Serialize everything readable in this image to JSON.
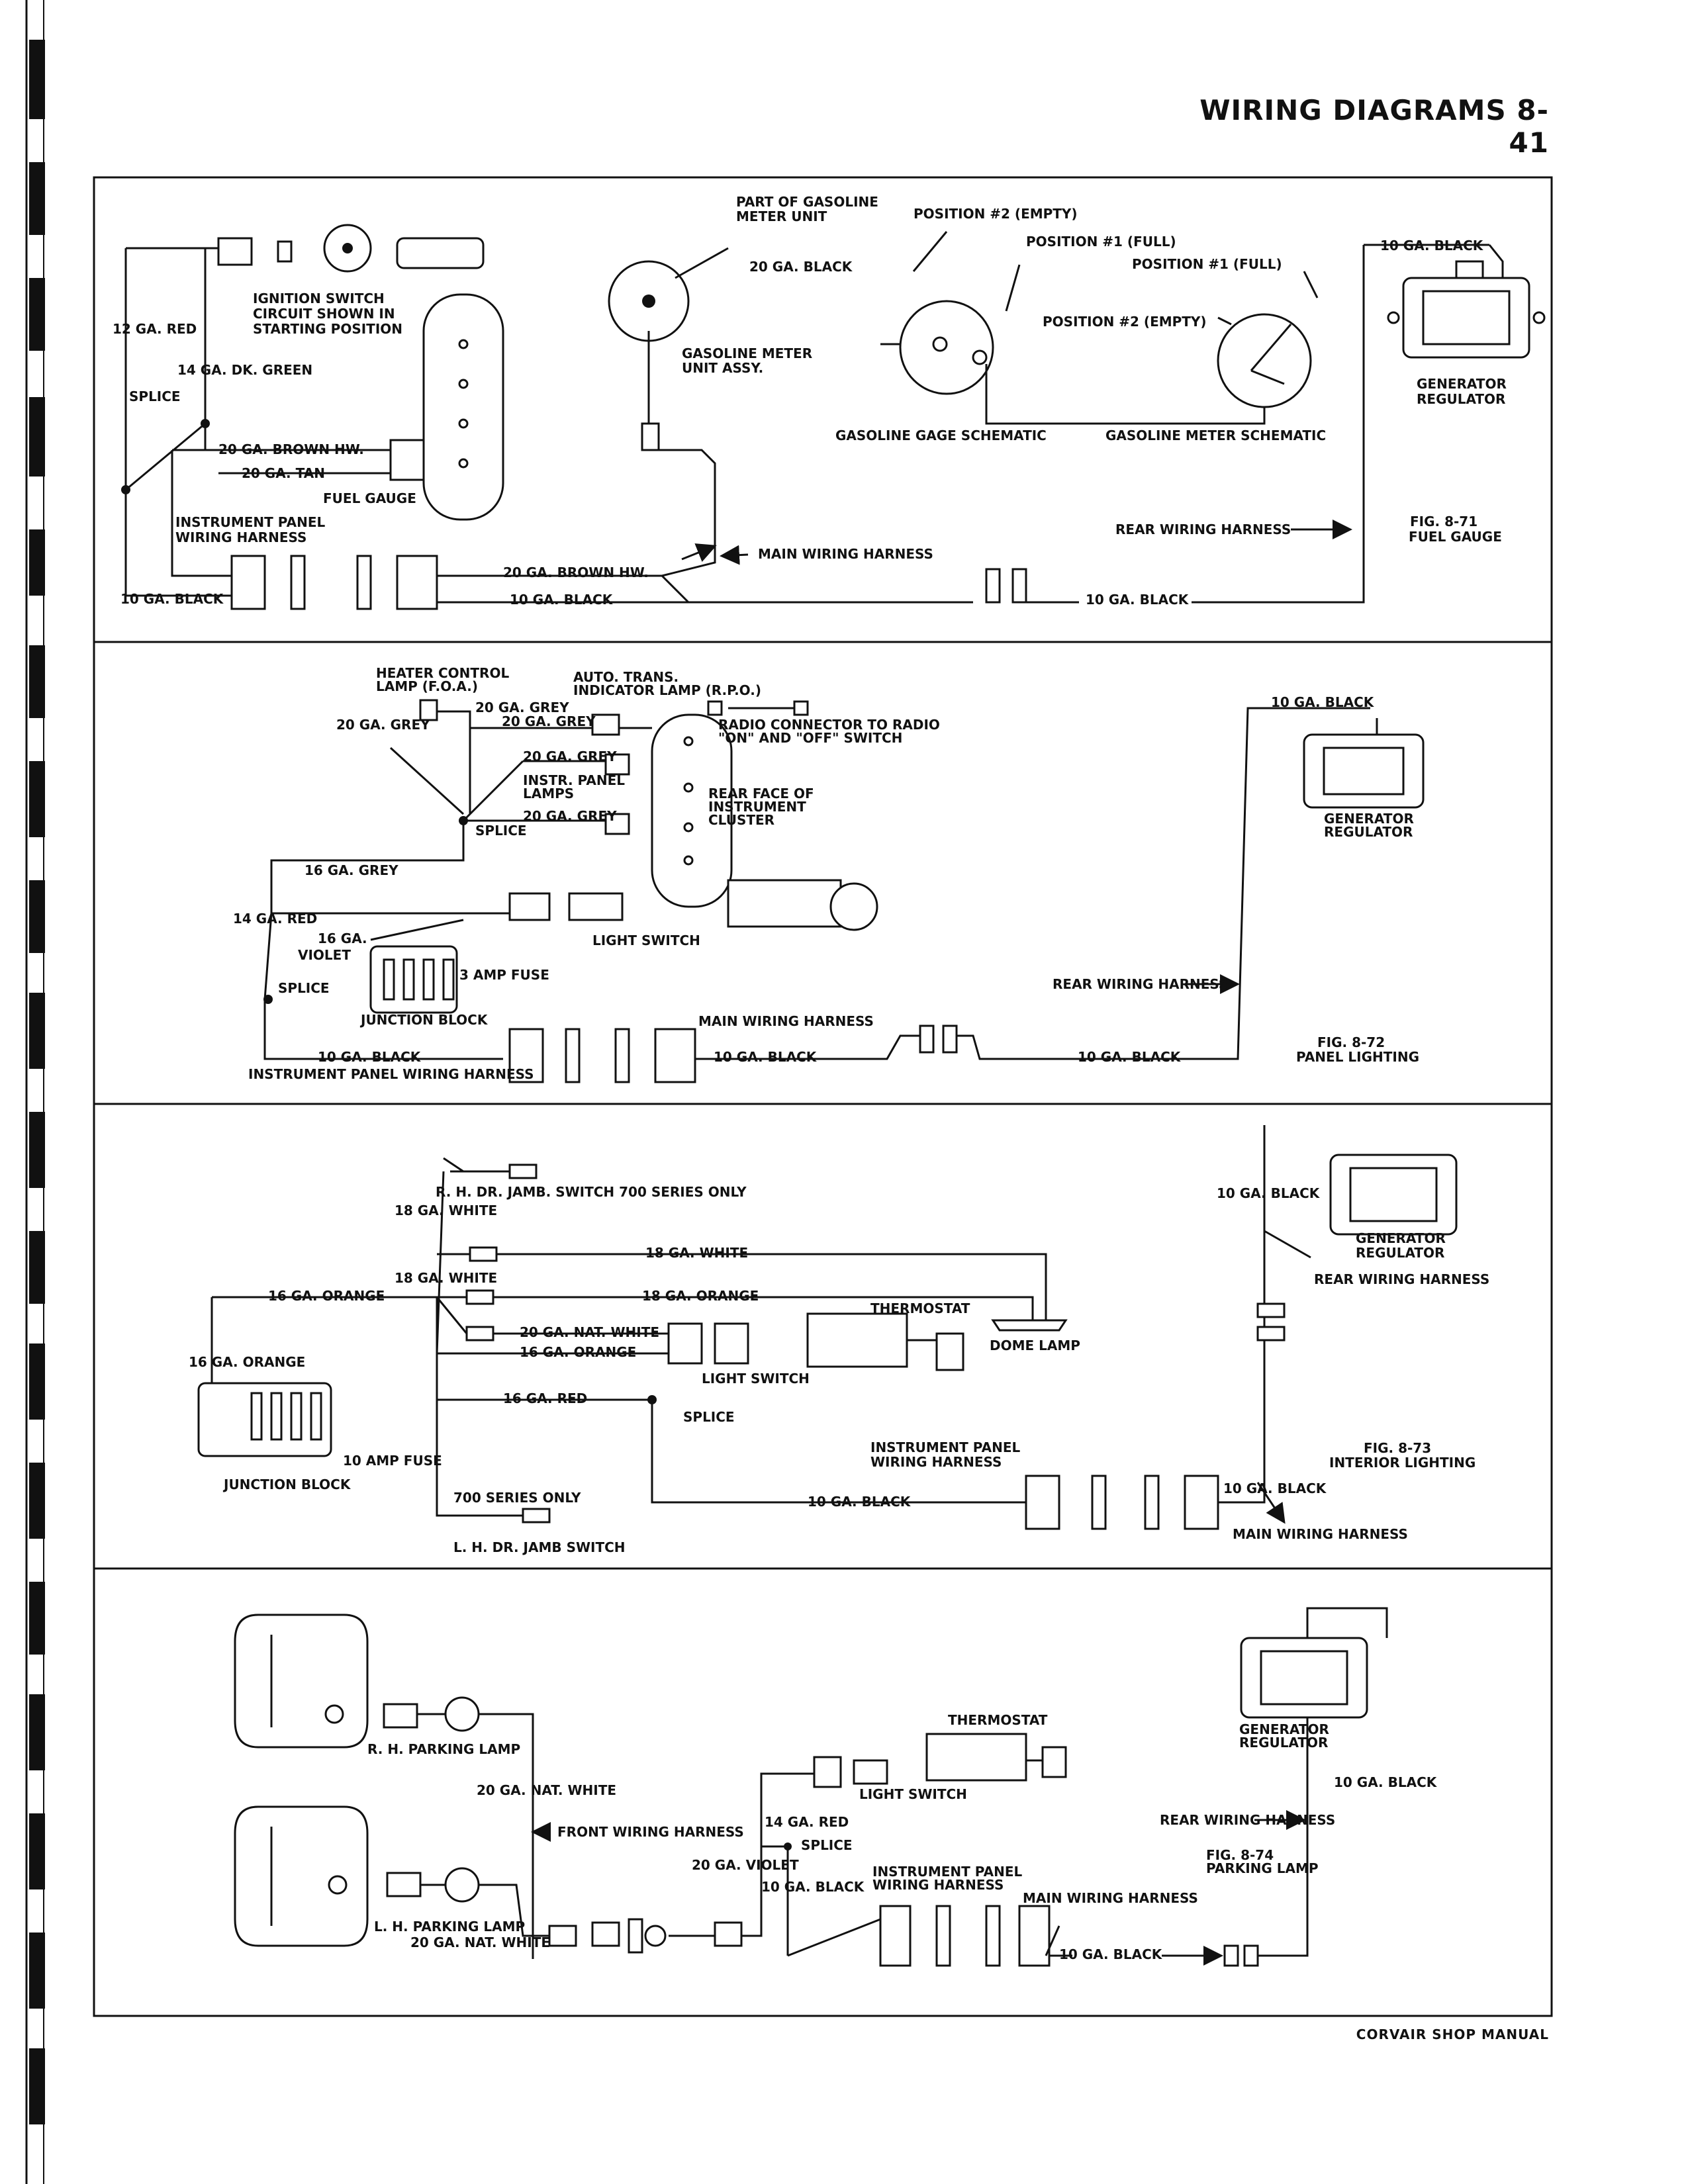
{
  "header": {
    "title": "WIRING DIAGRAMS 8-41"
  },
  "footer": {
    "text": "CORVAIR SHOP MANUAL"
  },
  "fig71": {
    "part_of_gasoline": "PART OF GASOLINE",
    "meter_unit": "METER UNIT",
    "pos2_empty_top": "POSITION #2 (EMPTY)",
    "pos1_full_top": "POSITION #1 (FULL)",
    "pos1_full_right": "POSITION #1 (FULL)",
    "pos2_empty_mid": "POSITION #2 (EMPTY)",
    "ga20_black": "20 GA. BLACK",
    "ga10_black_top": "10 GA. BLACK",
    "ign_1": "IGNITION SWITCH",
    "ign_2": "CIRCUIT SHOWN IN",
    "ign_3": "STARTING POSITION",
    "ga12_red": "12 GA. RED",
    "ga14_dkgreen": "14 GA. DK. GREEN",
    "splice": "SPLICE",
    "ga20_brown": "20 GA. BROWN HW.",
    "ga20_tan": "20 GA. TAN",
    "fuel_gauge_lbl": "FUEL GAUGE",
    "ipwh_1": "INSTRUMENT PANEL",
    "ipwh_2": "WIRING HARNESS",
    "ga10_black_left": "10 GA. BLACK",
    "gmu_1": "GASOLINE METER",
    "gmu_2": "UNIT ASSY.",
    "gage_schem": "GASOLINE GAGE SCHEMATIC",
    "meter_schem": "GASOLINE METER SCHEMATIC",
    "gen_1": "GENERATOR",
    "gen_2": "REGULATOR",
    "rear_harness": "REAR WIRING HARNESS",
    "main_harness": "MAIN WIRING HARNESS",
    "ga20_brown_2": "20 GA. BROWN HW.",
    "ga10_black_2": "10 GA. BLACK",
    "ga10_black_3": "10 GA. BLACK",
    "fig_num": "FIG. 8-71",
    "fig_title": "FUEL GAUGE"
  },
  "fig72": {
    "heater_1": "HEATER CONTROL",
    "heater_2": "LAMP (F.O.A.)",
    "auto_1": "AUTO. TRANS.",
    "auto_2": "INDICATOR LAMP (R.P.O.)",
    "ga20_grey_a": "20 GA. GREY",
    "ga20_grey_b": "20 GA. GREY",
    "ga20_grey_c": "20 GA. GREY",
    "ga20_grey_d": "20 GA. GREY",
    "ga20_grey_e": "20 GA. GREY",
    "radio_1": "RADIO CONNECTOR TO RADIO",
    "radio_2": "\"ON\" AND \"OFF\" SWITCH",
    "instr_1": "INSTR. PANEL",
    "instr_2": "LAMPS",
    "rear_face_1": "REAR FACE OF",
    "rear_face_2": "INSTRUMENT",
    "rear_face_3": "CLUSTER",
    "splice": "SPLICE",
    "ga16_grey": "16 GA. GREY",
    "ga14_red": "14 GA. RED",
    "ga16": "16 GA.",
    "violet": "VIOLET",
    "splice2": "SPLICE",
    "amp_fuse": "3 AMP FUSE",
    "junction": "JUNCTION BLOCK",
    "light_switch": "LIGHT SWITCH",
    "ga10_black_gen": "10 GA. BLACK",
    "gen_1": "GENERATOR",
    "gen_2": "REGULATOR",
    "rear_harness": "REAR WIRING HARNESS",
    "main_harness": "MAIN WIRING HARNESS",
    "ga10_black_a": "10 GA. BLACK",
    "ga10_black_b": "10 GA. BLACK",
    "ga10_black_c": "10 GA. BLACK",
    "ipwh": "INSTRUMENT PANEL WIRING HARNESS",
    "fig_num": "FIG. 8-72",
    "fig_title": "PANEL LIGHTING"
  },
  "fig73": {
    "rh_jamb": "R. H. DR. JAMB. SWITCH 700 SERIES ONLY",
    "ga18_white_a": "18 GA. WHITE",
    "ga18_white_b": "18 GA. WHITE",
    "ga18_white_c": "18 GA. WHITE",
    "ga16_orange_a": "16 GA. ORANGE",
    "ga18_orange": "18 GA. ORANGE",
    "thermostat": "THERMOSTAT",
    "ga20_natwhite": "20 GA. NAT. WHITE",
    "ga16_orange_b": "16 GA. ORANGE",
    "ga16_orange_c": "16 GA. ORANGE",
    "dome_lamp": "DOME LAMP",
    "light_switch": "LIGHT SWITCH",
    "ga16_red": "16 GA. RED",
    "splice": "SPLICE",
    "junction": "JUNCTION BLOCK",
    "amp_fuse": "10 AMP FUSE",
    "series700": "700 SERIES ONLY",
    "lh_jamb": "L. H. DR. JAMB SWITCH",
    "ipwh_1": "INSTRUMENT PANEL",
    "ipwh_2": "WIRING HARNESS",
    "ga10_black_a": "10 GA. BLACK",
    "ga10_black_b": "10 GA. BLACK",
    "ga10_black_gen": "10 GA. BLACK",
    "main_harness": "MAIN WIRING HARNESS",
    "gen_1": "GENERATOR",
    "gen_2": "REGULATOR",
    "rear_harness": "REAR WIRING HARNESS",
    "fig_num": "FIG. 8-73",
    "fig_title": "INTERIOR LIGHTING"
  },
  "fig74": {
    "rh_parking": "R. H. PARKING LAMP",
    "ga20_natwhite_a": "20 GA. NAT. WHITE",
    "front_harness": "FRONT WIRING HARNESS",
    "lh_parking": "L. H. PARKING LAMP",
    "ga20_natwhite_b": "20 GA. NAT. WHITE",
    "thermostat": "THERMOSTAT",
    "light_switch": "LIGHT SWITCH",
    "ga14_red": "14 GA. RED",
    "splice": "SPLICE",
    "ga20_violet": "20 GA. VIOLET",
    "ga10_black_a": "10 GA. BLACK",
    "ipwh_1": "INSTRUMENT PANEL",
    "ipwh_2": "WIRING HARNESS",
    "main_harness": "MAIN WIRING HARNESS",
    "ga10_black_b": "10 GA. BLACK",
    "gen_1": "GENERATOR",
    "gen_2": "REGULATOR",
    "ga10_black_gen": "10 GA. BLACK",
    "rear_harness": "REAR WIRING HARNESS",
    "fig_num": "FIG. 8-74",
    "fig_title": "PARKING LAMP"
  }
}
